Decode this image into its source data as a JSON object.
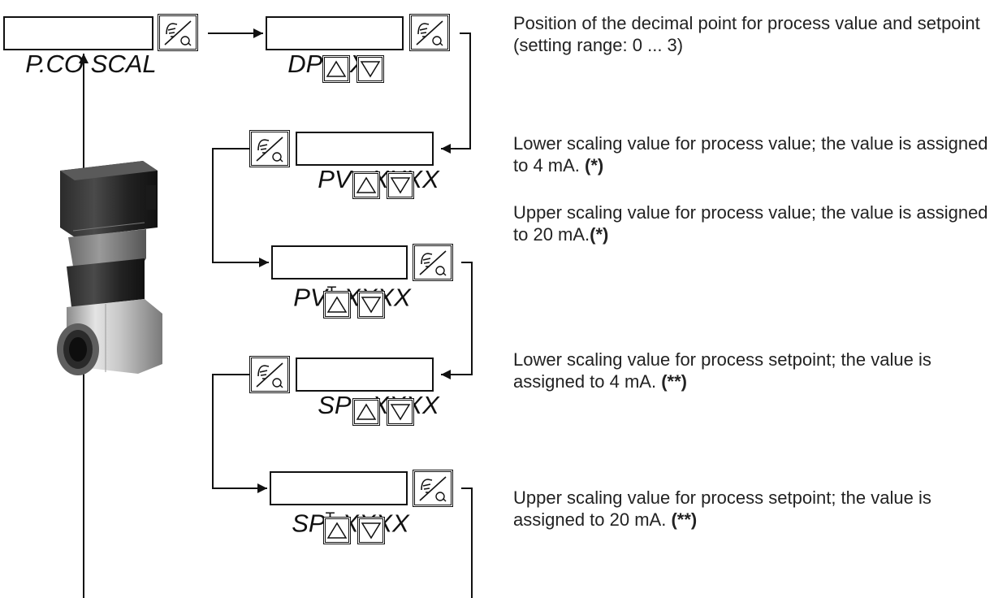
{
  "start_display": "P.CO SCAL",
  "steps": [
    {
      "display": "DP    X"
    },
    {
      "prefix": "PV ",
      "mark": "⊥",
      "suffix": "XXXX"
    },
    {
      "prefix": "PV",
      "mark": "T",
      "suffix": " XXXX"
    },
    {
      "prefix": "SP",
      "mark": "⊥",
      "suffix": " XXXX"
    },
    {
      "prefix": "SP",
      "mark": "T",
      "suffix": " XXXX"
    }
  ],
  "descriptions": [
    {
      "text": "Position of the decimal point for process value and setpoint (setting range: 0 ... 3)",
      "note": ""
    },
    {
      "text": "Lower scaling value for process value; the value is assigned to 4 mA. ",
      "note": "(*)"
    },
    {
      "text": "Upper scaling value for process value; the value is assigned to 20 mA.",
      "note": "(*)"
    },
    {
      "text": "Lower scaling value for process setpoint; the value is assigned to 4 mA. ",
      "note": "(**)"
    },
    {
      "text": "Upper scaling value for process setpoint; the value is assigned to 20 mA. ",
      "note": "(**)"
    }
  ],
  "icons": [
    "hand-button-icon",
    "up-arrow-icon",
    "down-arrow-icon",
    "flow-transmitter-device-image"
  ]
}
